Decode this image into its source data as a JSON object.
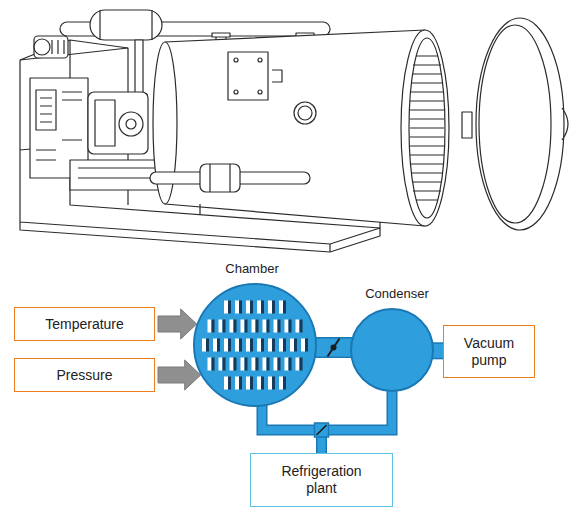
{
  "diagram": {
    "nodes": [
      {
        "text": [
          "Temperature"
        ]
      },
      {
        "text": [
          "Pressure"
        ]
      },
      {
        "text": [
          "Chamber"
        ]
      },
      {
        "text": [
          "Condenser"
        ]
      },
      {
        "text": [
          "Vacuum pump"
        ]
      },
      {
        "text": [
          "Refrigeration plant"
        ]
      }
    ],
    "edges": [
      {
        "from": 0,
        "to": 2,
        "arrow": "to"
      },
      {
        "from": 1,
        "to": 2,
        "arrow": "to"
      },
      {
        "from": 2,
        "to": 3,
        "arrow": "none"
      },
      {
        "from": 3,
        "to": 4,
        "arrow": "none"
      },
      {
        "from": 2,
        "to": 5,
        "arrow": "none"
      },
      {
        "from": 3,
        "to": 5,
        "arrow": "none"
      }
    ]
  }
}
